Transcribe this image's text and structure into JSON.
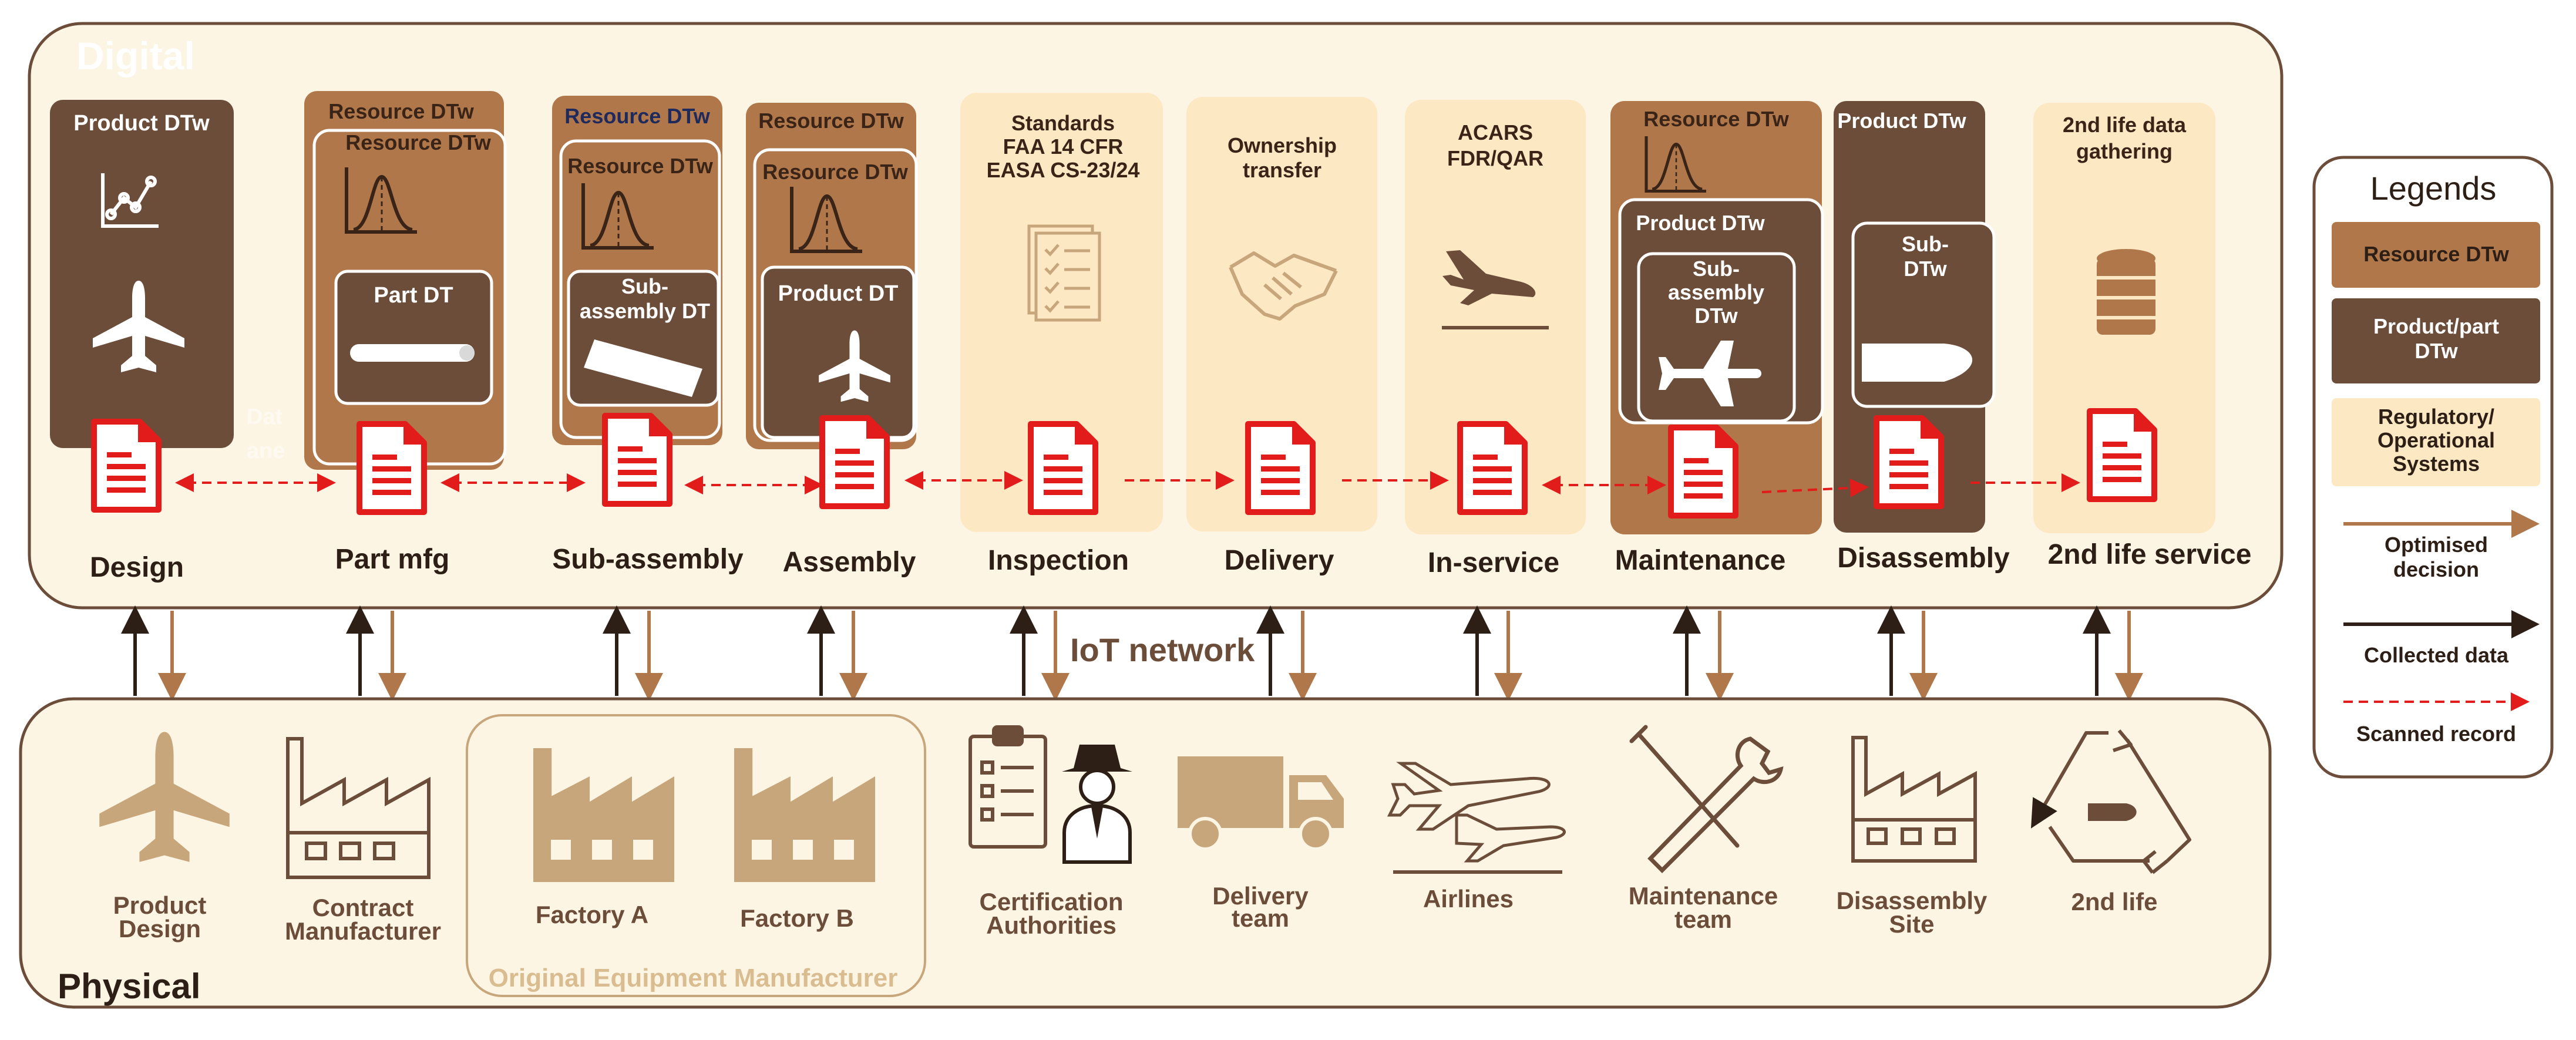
{
  "digital_label": "Digital",
  "physical_label": "Physical",
  "iot_label": "IoT network",
  "oem_label": "Original Equipment Manufacturer",
  "stages": {
    "design": "Design",
    "part_mfg": "Part mfg",
    "sub_assembly": "Sub-assembly",
    "assembly": "Assembly",
    "inspection": "Inspection",
    "delivery": "Delivery",
    "in_service": "In-service",
    "maintenance": "Maintenance",
    "disassembly": "Disassembly",
    "second_life": "2nd life service"
  },
  "cards": {
    "product_dtw": "Product DTw",
    "resource_dtw": "Resource DTw",
    "part_dt": "Part DT",
    "sub_assembly_dt_1": "Sub-",
    "sub_assembly_dt_2": "assembly DT",
    "product_dt": "Product DT",
    "standards_1": "Standards",
    "standards_2": "FAA 14 CFR",
    "standards_3": "EASA CS-23/24",
    "ownership_1": "Ownership",
    "ownership_2": "transfer",
    "acars_1": "ACARS",
    "acars_2": "FDR/QAR",
    "sub_dtw_1": "Sub-",
    "sub_dtw_2": "assembly",
    "sub_dtw_3": "DTw",
    "second_life_1": "2nd life data",
    "second_life_2": "gathering",
    "data_ghost_1": "Dat",
    "data_ghost_2": "ane"
  },
  "physical": {
    "product_design_1": "Product",
    "product_design_2": "Design",
    "contract_1": "Contract",
    "contract_2": "Manufacturer",
    "factory_a": "Factory A",
    "factory_b": "Factory B",
    "cert_1": "Certification",
    "cert_2": "Authorities",
    "delivery_1": "Delivery",
    "delivery_2": "team",
    "airlines": "Airlines",
    "maint_1": "Maintenance",
    "maint_2": "team",
    "disasm_1": "Disassembly",
    "disasm_2": "Site",
    "second_life": "2nd life"
  },
  "legend": {
    "title": "Legends",
    "resource": "Resource DTw",
    "product_1": "Product/part",
    "product_2": "DTw",
    "reg_1": "Regulatory/",
    "reg_2": "Operational",
    "reg_3": "Systems",
    "opt_1": "Optimised",
    "opt_2": "decision",
    "collected": "Collected data",
    "scanned": "Scanned record"
  },
  "colors": {
    "dark_brown": "#6b4d3a",
    "mid_brown": "#b0774a",
    "light_cream": "#fdf2d8",
    "panel_cream": "#fdf5e4",
    "tan": "#c8a67c",
    "red": "#e21b1b",
    "outline": "#6b4d3a"
  }
}
